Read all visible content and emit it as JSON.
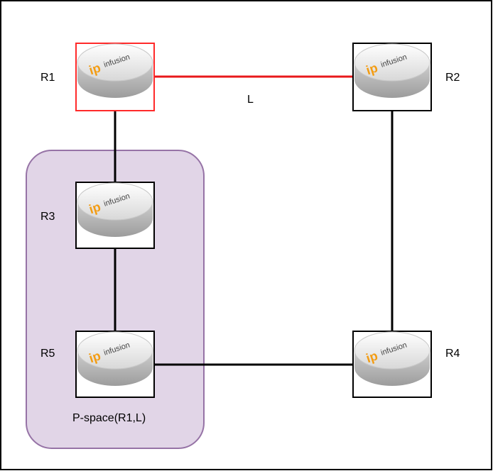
{
  "diagram": {
    "link_label": "L",
    "pspace_label": "P-space(R1,L)",
    "brand": {
      "prefix": "ip",
      "suffix": "infusion"
    },
    "routers": [
      {
        "id": "R1",
        "label": "R1"
      },
      {
        "id": "R2",
        "label": "R2"
      },
      {
        "id": "R3",
        "label": "R3"
      },
      {
        "id": "R4",
        "label": "R4"
      },
      {
        "id": "R5",
        "label": "R5"
      }
    ]
  },
  "colors": {
    "protected_link": "#e8181b",
    "normal_link": "#000000",
    "pspace_fill": "#e1d5e7",
    "pspace_stroke": "#9673a6",
    "selected_border": "#ff2a2a",
    "brand_orange": "#f39c12"
  },
  "icons": {
    "router": "ipinfusion-router-icon"
  }
}
